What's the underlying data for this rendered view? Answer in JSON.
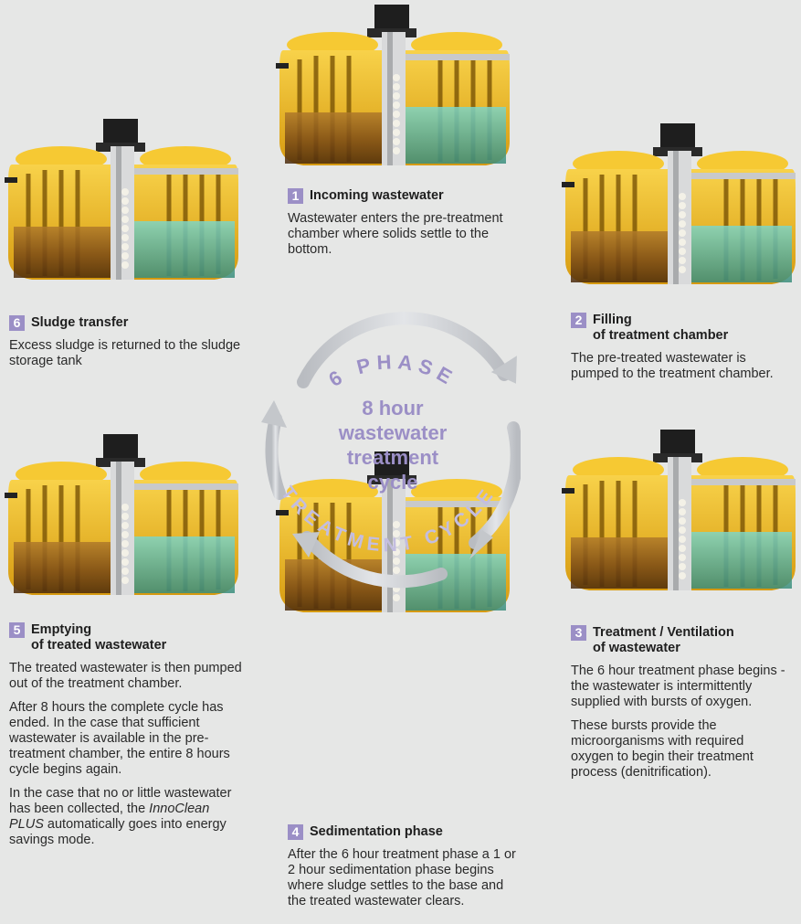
{
  "phases": [
    {
      "number": "1",
      "title_lines": [
        "Incoming wastewater"
      ],
      "paragraphs": [
        "Wastewater enters the pre-treatment chamber where solids settle to the bottom."
      ]
    },
    {
      "number": "2",
      "title_lines": [
        "Filling",
        "of treatment chamber"
      ],
      "paragraphs": [
        "The pre-treated wastewater is pumped to the treatment chamber."
      ]
    },
    {
      "number": "3",
      "title_lines": [
        "Treatment / Ventilation",
        "of wastewater"
      ],
      "paragraphs": [
        "The 6 hour treatment phase begins - the wastewater is intermittently supplied with bursts of oxygen.",
        "These bursts provide the microorganisms with required oxygen to begin their treatment process (denitrification)."
      ]
    },
    {
      "number": "4",
      "title_lines": [
        "Sedimentation phase"
      ],
      "paragraphs": [
        "After the 6 hour treatment phase a 1 or 2 hour sedimentation phase begins where sludge settles to the base and the treated wastewater clears."
      ]
    },
    {
      "number": "5",
      "title_lines": [
        "Emptying",
        "of treated wastewater"
      ],
      "paragraphs": [
        "The treated wastewater is then pumped out of the treatment chamber.",
        "After 8 hours the complete cycle has ended. In the case that sufficient wastewater is available in the pre-treatment chamber, the entire 8 hours cycle begins again."
      ],
      "extra_paragraph": {
        "before": "In the case that no or little wastewater has been collected, the ",
        "product": "InnoClean PLUS",
        "after": " automatically goes into energy savings mode."
      }
    },
    {
      "number": "6",
      "title_lines": [
        "Sludge transfer"
      ],
      "paragraphs": [
        "Excess sludge is returned to the sludge storage tank"
      ]
    }
  ],
  "cycle": {
    "arc_top_text": "6 PHASE",
    "arc_bottom_text": "TREATMENT CYCLE",
    "center_lines": [
      "8 hour",
      "wastewater",
      "treatment",
      "cycle"
    ],
    "accent_color": "#9b8fc6",
    "arrow_color": "#c9ccd0"
  },
  "colors": {
    "background": "#e6e7e6",
    "tank_yellow": "#f2b81c",
    "water": "#5fc4b4",
    "sludge": "#8a5a1c"
  }
}
